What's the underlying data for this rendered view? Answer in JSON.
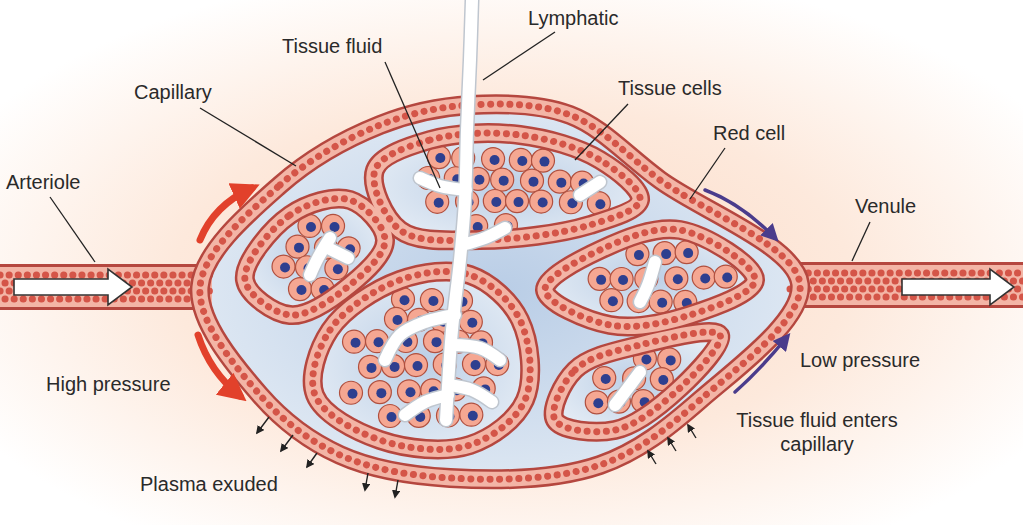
{
  "diagram": {
    "labels": [
      "Lymphatic",
      "Tissue fluid",
      "Capillary",
      "Tissue cells",
      "Red cell",
      "Arteriole",
      "Venule",
      "High pressure",
      "Low pressure",
      "Tissue fluid enters capillary",
      "Plasma exuded"
    ]
  }
}
